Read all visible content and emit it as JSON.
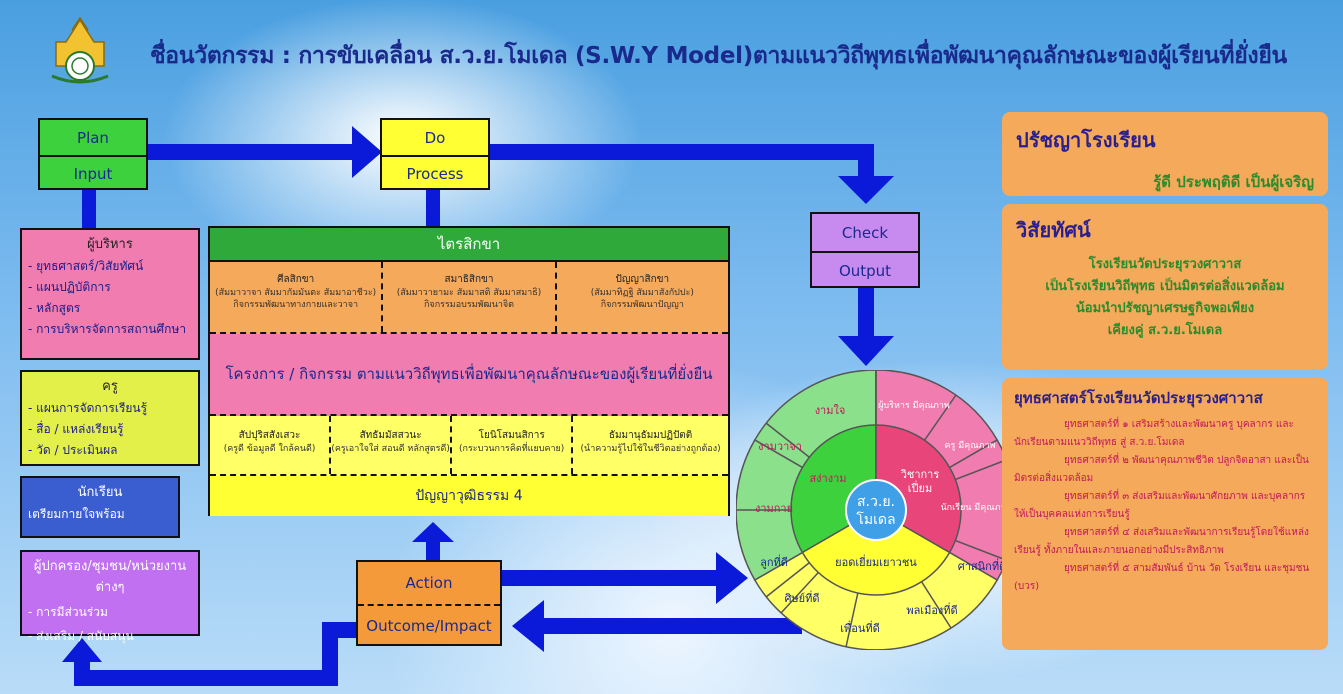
{
  "title": "ชื่อนวัตกรรม : การขับเคลื่อน ส.ว.ย.โมเดล (S.W.Y Model)ตามแนววิถีพุทธเพื่อพัฒนาคุณลักษณะของผู้เรียนที่ยั่งยืน",
  "plan": {
    "top": "Plan",
    "bottom": "Input"
  },
  "do": {
    "top": "Do",
    "bottom": "Process"
  },
  "check": {
    "top": "Check",
    "bottom": "Output"
  },
  "action": {
    "top": "Action",
    "bottom": "Outcome/Impact"
  },
  "administrators": {
    "title": "ผู้บริหาร",
    "items": [
      "- ยุทธศาสตร์/วิสัยทัศน์",
      "- แผนปฏิบัติการ",
      "- หลักสูตร",
      "- การบริหารจัดการสถานศึกษา"
    ]
  },
  "teachers": {
    "title": "ครู",
    "items": [
      "- แผนการจัดการเรียนรู้",
      "- สื่อ / แหล่งเรียนรู้",
      "- วัด / ประเมินผล"
    ]
  },
  "students": {
    "title": "นักเรียน",
    "items": [
      "เตรียมกายใจพร้อม"
    ]
  },
  "community": {
    "title": "ผู้ปกครอง/ชุมชน/หน่วยงานต่างๆ",
    "items": [
      "- การมีส่วนร่วม",
      "- ส่งเสริม / สนับสนุน"
    ]
  },
  "process": {
    "header": "ไตรสิกขา",
    "sikkha": [
      {
        "name": "ศีลสิกขา",
        "detail": "(สัมมาวาจา สัมมากัมมันตะ สัมมาอาชีวะ)",
        "activity": "กิจกรรมพัฒนาทางกายและวาจา"
      },
      {
        "name": "สมาธิสิกขา",
        "detail": "(สัมมาวายามะ สัมมาสติ สัมมาสมาธิ)",
        "activity": "กิจกรรมอบรมพัฒนาจิต"
      },
      {
        "name": "ปัญญาสิกขา",
        "detail": "(สัมมาทิฏฐิ สัมมาสังกัปปะ)",
        "activity": "กิจกรรมพัฒนาปัญญา"
      }
    ],
    "projects": "โครงการ / กิจกรรม ตามแนววิถีพุทธเพื่อพัฒนาคุณลักษณะของผู้เรียนที่ยั่งยืน",
    "wisdom": [
      {
        "name": "สัปปุริสสังเสวะ",
        "detail": "(ครูดี ข้อมูลดี ใกล้คนดี)"
      },
      {
        "name": "สัทธัมมัสสวนะ",
        "detail": "(ครูเอาใจใส่ สอนดี หลักสูตรดี)"
      },
      {
        "name": "โยนิโสมนสิการ",
        "detail": "(กระบวนการคิดที่แยบคาย)"
      },
      {
        "name": "ธัมมานุธัมมปฏิปัตติ",
        "detail": "(นำความรู้ไปใช้ในชีวิตอย่างถูกต้อง)"
      }
    ],
    "footer": "ปัญญาวุฒิธรรม 4"
  },
  "wheel": {
    "center": [
      "ส.ว.ย.",
      "โมเดล"
    ],
    "green_inner": "สง่างาม",
    "green_outer": [
      "งามใจ",
      "งามวาจา",
      "งามกาย"
    ],
    "pink_inner": [
      "วิชาการ",
      "เปี่ยม"
    ],
    "pink_outer": [
      "ผู้บริหาร\nมีคุณภาพ",
      "ครู\nมีคุณภาพ",
      "นักเรียน\nมีคุณภาพ"
    ],
    "yellow_inner": "ยอดเยี่ยมเยาวชน",
    "yellow_outer": [
      "ศาสนิกที่ดี",
      "พลเมืองที่ดี",
      "เพื่อนที่ดี",
      "ศิษย์ที่ดี",
      "ลูกที่ดี"
    ]
  },
  "philosophy": {
    "heading": "ปรัชญาโรงเรียน",
    "text": "รู้ดี ประพฤติดี เป็นผู้เจริญ"
  },
  "vision": {
    "heading": "วิสัยทัศน์",
    "lines": [
      "โรงเรียนวัดประยุรวงศาวาส",
      "เป็นโรงเรียนวิถีพุทธ เป็นมิตรต่อสิ่งแวดล้อม",
      "น้อมนำปรัชญาเศรษฐกิจพอเพียง",
      "เคียงคู่ ส.ว.ย.โมเดล"
    ]
  },
  "strategy": {
    "heading": "ยุทธศาสตร์โรงเรียนวัดประยุรวงศาวาส",
    "lines": [
      "ยุทธศาสตร์ที่ ๑ เสริมสร้างและพัฒนาครู บุคลากร และนักเรียนตามแนววิถีพุทธ สู่ ส.ว.ย.โมเดล",
      "ยุทธศาสตร์ที่ ๒ พัฒนาคุณภาพชีวิต ปลูกจิตอาสา และเป็นมิตรต่อสิ่งแวดล้อม",
      "ยุทธศาสตร์ที่ ๓ ส่งเสริมและพัฒนาศักยภาพ และบุคลากรให้เป็นบุคคลแห่งการเรียนรู้",
      "ยุทธศาสตร์ที่ ๔ ส่งเสริมและพัฒนาการเรียนรู้โดยใช้แหล่งเรียนรู้ ทั้งภายในและภายนอกอย่างมีประสิทธิภาพ",
      "ยุทธศาสตร์ที่ ๕ สามสัมพันธ์ บ้าน วัด โรงเรียน และชุมชน (บวร)"
    ]
  },
  "colors": {
    "blue_arrow": "#0a1ad8",
    "plan_green": "#3ed13e",
    "do_yellow": "#ffff33",
    "check_purple": "#c78bf0",
    "action_orange": "#f59a3a",
    "panel_orange": "#f5a95b"
  }
}
